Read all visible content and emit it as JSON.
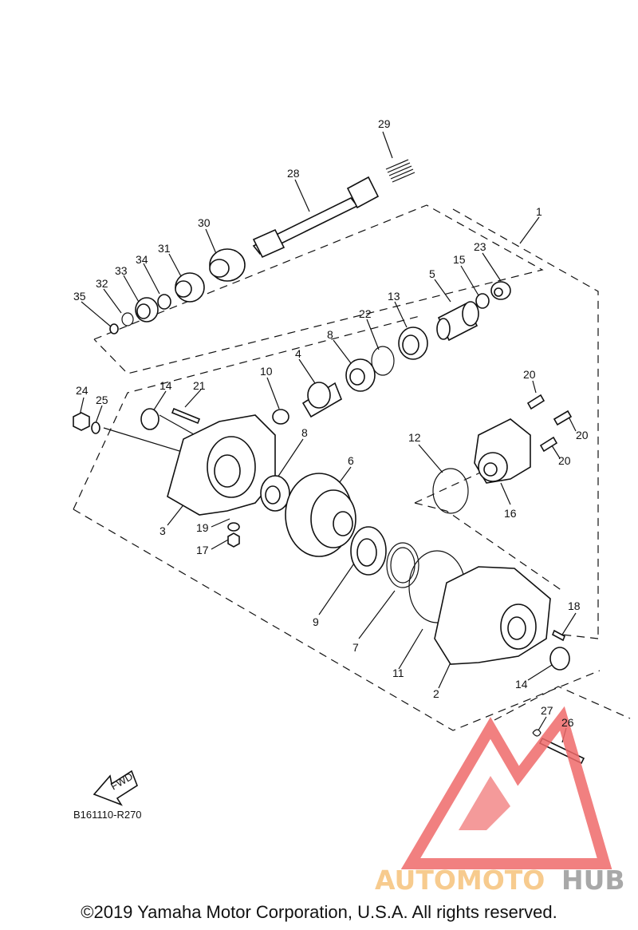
{
  "diagram": {
    "figure_code": "B161110-R270",
    "fwd_label": "FWD",
    "callouts": {
      "p1": "1",
      "p2": "2",
      "p3": "3",
      "p4": "4",
      "p5": "5",
      "p6": "6",
      "p7": "7",
      "p8a": "8",
      "p8b": "8",
      "p9": "9",
      "p10": "10",
      "p11": "11",
      "p12": "12",
      "p13": "13",
      "p14a": "14",
      "p14b": "14",
      "p15": "15",
      "p16": "16",
      "p17": "17",
      "p18": "18",
      "p19": "19",
      "p20a": "20",
      "p20b": "20",
      "p20c": "20",
      "p21": "21",
      "p22": "22",
      "p23": "23",
      "p24": "24",
      "p25": "25",
      "p26": "26",
      "p27": "27",
      "p28": "28",
      "p29": "29",
      "p30": "30",
      "p31": "31",
      "p32": "32",
      "p33": "33",
      "p34": "34",
      "p35": "35"
    }
  },
  "watermark": {
    "word_part1": "AUTOMOTO",
    "word_part2": "HUB",
    "logo_color": "#ef6a6a",
    "accent_color": "#f6c27b"
  },
  "footer": {
    "copyright": "©2019 Yamaha Motor Corporation, U.S.A. All rights reserved."
  }
}
